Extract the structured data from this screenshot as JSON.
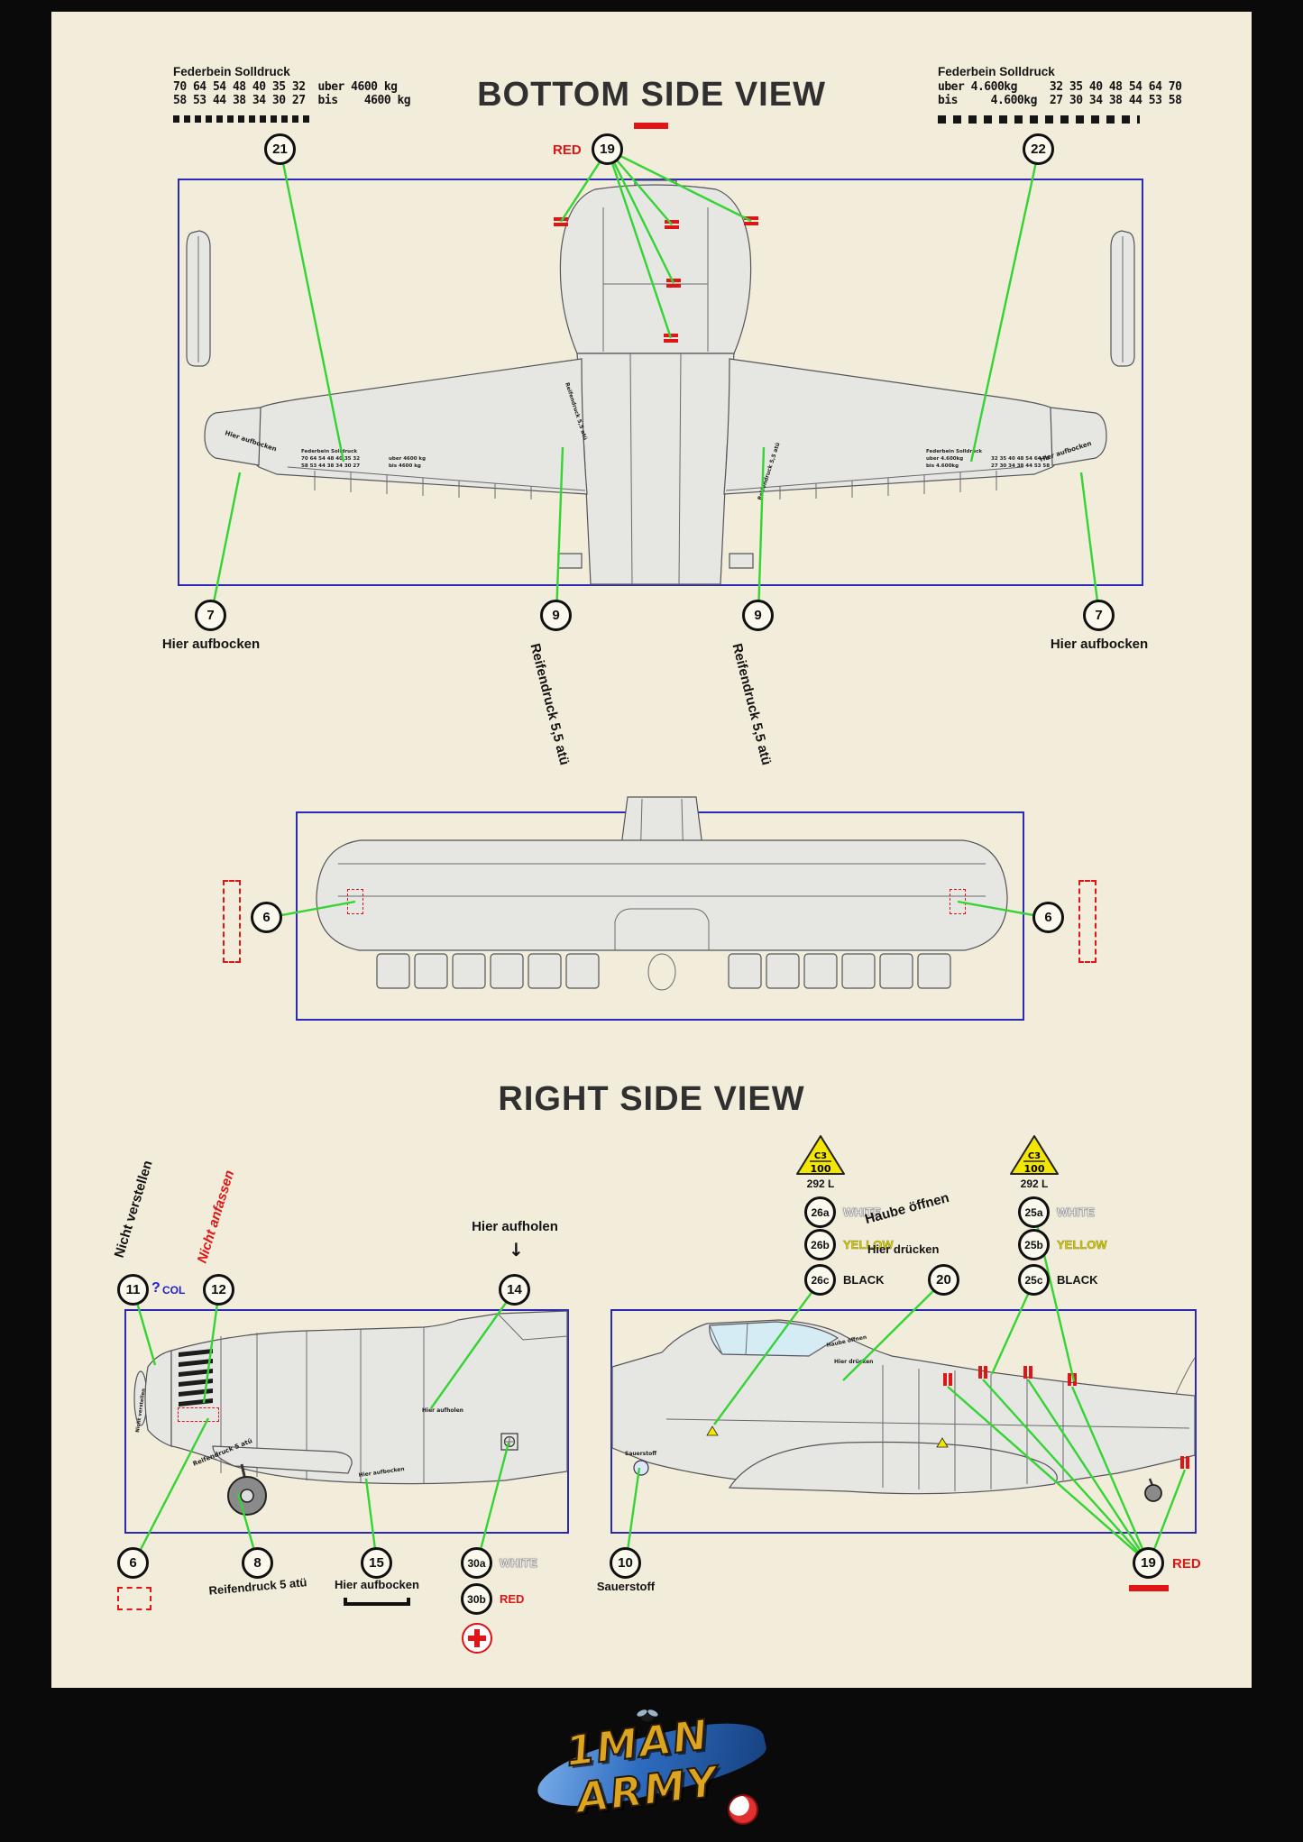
{
  "header": {
    "bottom_title": "BOTTOM SIDE VIEW",
    "right_title": "RIGHT SIDE VIEW"
  },
  "federbein_left": {
    "title": "Federbein Solldruck",
    "row1": "70 64 54 48 40 35 32",
    "row2": "58 53 44 38 34 30 27",
    "uber": "uber 4600 kg",
    "bis": "bis    4600 kg"
  },
  "federbein_right": {
    "title": "Federbein Solldruck",
    "uber": "uber 4.600kg",
    "bis": "bis     4.600kg",
    "row1": "32 35 40 48 54 64 70",
    "row2": "27 30 34 38 44 53 58"
  },
  "callouts": {
    "n6": "6",
    "n7": "7",
    "n8": "8",
    "n9": "9",
    "n10": "10",
    "n11": "11",
    "n12": "12",
    "n14": "14",
    "n15": "15",
    "n19": "19",
    "n20": "20",
    "n21": "21",
    "n22": "22",
    "n25a": "25a",
    "n25b": "25b",
    "n25c": "25c",
    "n26a": "26a",
    "n26b": "26b",
    "n26c": "26c",
    "n30a": "30a",
    "n30b": "30b"
  },
  "labels": {
    "red": "RED",
    "white": "WHITE",
    "yellow": "YELLOW",
    "black": "BLACK",
    "hier_aufbocken": "Hier aufbocken",
    "reifendruck_55": "Reifendruck 5,5 atü",
    "reifendruck_5": "Reifendruck 5 atü",
    "nicht_verstellen": "Nicht verstellen",
    "nicht_anfassen": "Nicht anfassen",
    "question_mark": "?",
    "col": "COL",
    "hier_aufholen": "Hier aufholen",
    "haube_oeffnen": "Haube öffnen",
    "hier_druecken": "Hier drücken",
    "sauerstoff": "Sauerstoff"
  },
  "triangle": {
    "code": "C3",
    "value": "100",
    "volume": "292 L"
  },
  "icons": {
    "arrow_down": "↓"
  },
  "logo": {
    "line1": "1MAN",
    "line2": "ARMY"
  },
  "colors": {
    "green_line": "#35d435",
    "red": "#e01515",
    "frame_blue": "#2a2ab5",
    "paper": "#f2ecda",
    "triangle_yellow": "#f3e600"
  }
}
